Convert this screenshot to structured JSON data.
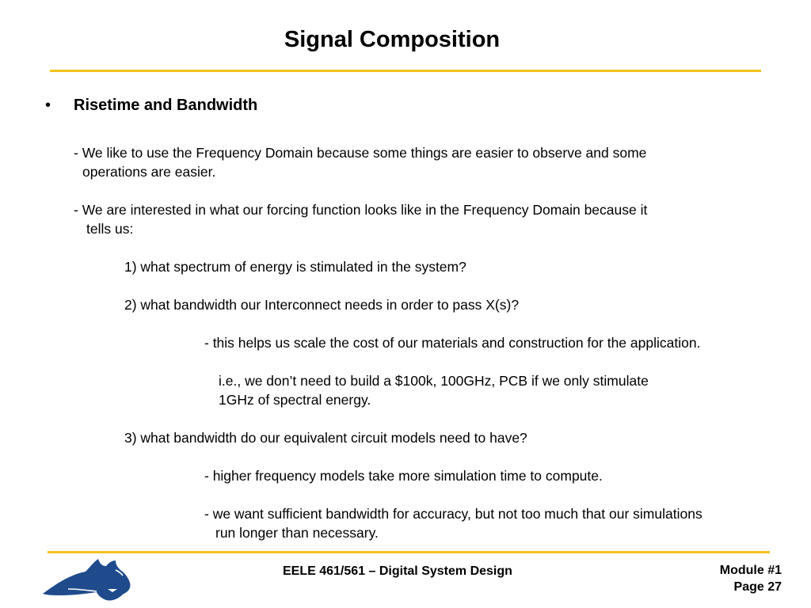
{
  "slide": {
    "title": "Signal Composition",
    "bullet_marker": "•",
    "heading": "Risetime and Bandwidth",
    "lines": [
      "- We like to use the Frequency Domain because some things are easier to observe and some",
      "operations are easier.",
      "- We are interested in what our forcing function looks like in the Frequency Domain because it",
      "tells us:",
      "1) what spectrum of energy is stimulated in the system?",
      "2) what bandwidth our Interconnect needs in order to pass X(s)?",
      "- this helps us scale the cost of our materials and construction for the application.",
      "i.e., we don’t need to build a $100k, 100GHz, PCB if we only stimulate",
      "1GHz of spectral energy.",
      "3) what bandwidth do our equivalent circuit models need to have?",
      "- higher frequency models take more simulation time to compute.",
      "- we want sufficient bandwidth for accuracy, but not too much that our simulations",
      "run longer than necessary."
    ]
  },
  "footer": {
    "course": "EELE 461/561 – Digital System Design",
    "module": "Module #1",
    "page": "Page 27"
  },
  "colors": {
    "accent_rule": "#f2c21b",
    "logo_blue": "#1f4b8c"
  },
  "icons": {
    "logo": "bobcat-logo-icon"
  }
}
